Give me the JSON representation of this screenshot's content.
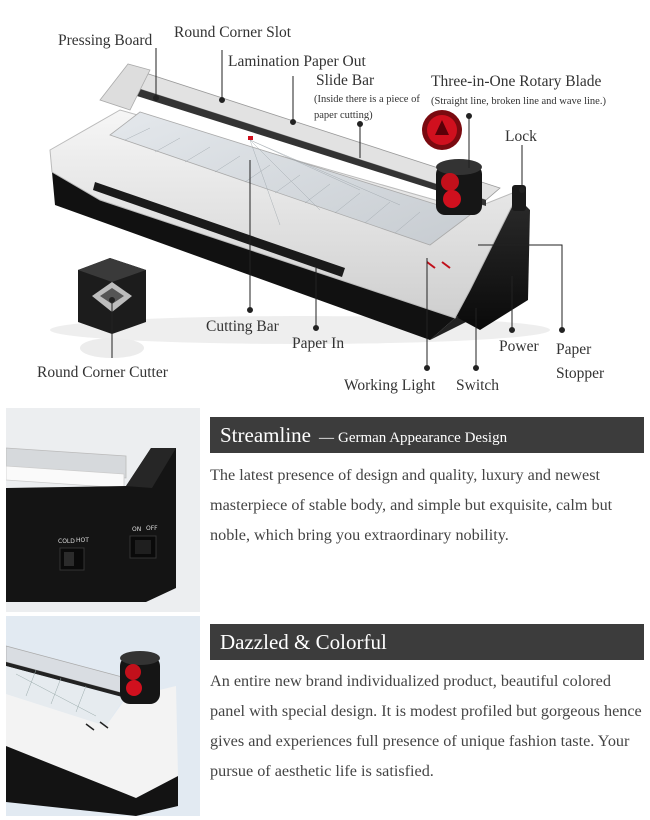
{
  "diagram": {
    "labels": {
      "pressing_board": "Pressing Board",
      "round_corner_slot": "Round Corner Slot",
      "lamination_paper_out": "Lamination Paper Out",
      "slide_bar": "Slide Bar",
      "slide_bar_note": "(Inside there is a piece of paper cutting)",
      "rotary_blade": "Three-in-One Rotary Blade",
      "rotary_blade_note": "(Straight line, broken line and wave line.)",
      "lock": "Lock",
      "cutting_bar": "Cutting Bar",
      "paper_in": "Paper In",
      "power": "Power",
      "paper_stopper": "Paper Stopper",
      "round_corner_cutter": "Round Corner Cutter",
      "working_light": "Working Light",
      "switch": "Switch"
    }
  },
  "panel_labels": {
    "cold": "COLD",
    "hot": "HOT",
    "on": "ON",
    "off": "OFF"
  },
  "sections": [
    {
      "title": "Streamline",
      "dash": "—",
      "subtitle": "German Appearance Design",
      "text": "The latest presence of design and quality, luxury and newest masterpiece of stable body, and simple but exquisite, calm but noble, which bring you extraordinary nobility."
    },
    {
      "title": "Dazzled & Colorful",
      "text": "An entire new brand individualized product, beautiful colored panel with special design. It is modest profiled but gorgeous hence gives and experiences full presence of unique fashion taste. Your pursue of aesthetic life is satisfied."
    }
  ],
  "colors": {
    "accent_red": "#d0101e",
    "header_bar": "#3c3c3c",
    "body_black": "#151515"
  }
}
